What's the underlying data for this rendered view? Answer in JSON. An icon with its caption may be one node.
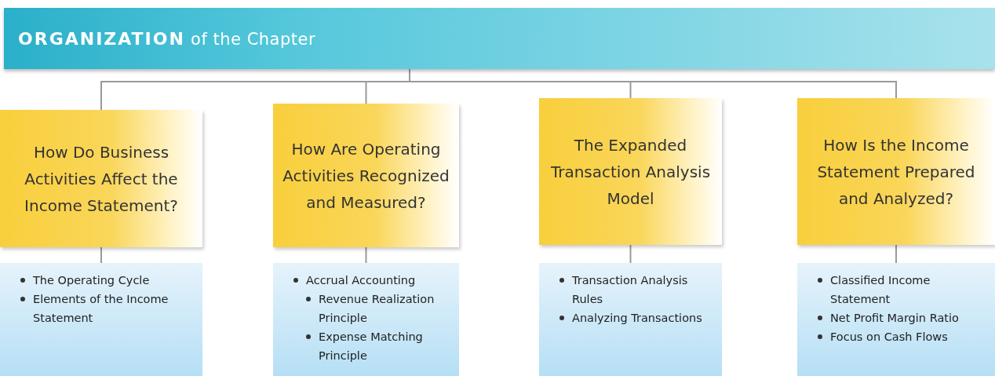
{
  "diagram": {
    "nodes": [
      {
        "text": [
          "**ORGANIZATION** of the Chapter"
        ]
      },
      {
        "text": [
          "How Do Business Activities Affect the Income Statement?"
        ]
      },
      {
        "text": [
          "How Are Operating Activities Recognized and Measured?"
        ]
      },
      {
        "text": [
          "The Expanded Transaction Analysis Model"
        ]
      },
      {
        "text": [
          "How Is the Income Statement Prepared and Analyzed?"
        ]
      },
      {
        "text": [
          "The Operating Cycle",
          "Elements of the Income Statement"
        ]
      },
      {
        "text": [
          "Accrual Accounting",
          "Revenue Realization Principle",
          "Expense Matching Principle"
        ]
      },
      {
        "text": [
          "Transaction Analysis Rules",
          "Analyzing Transactions"
        ]
      },
      {
        "text": [
          "Classified Income Statement",
          "Net Profit Margin Ratio",
          "Focus on Cash Flows"
        ]
      }
    ],
    "edges": [
      {
        "from": 0,
        "to": 1,
        "arrow": "none"
      },
      {
        "from": 0,
        "to": 2,
        "arrow": "none"
      },
      {
        "from": 0,
        "to": 3,
        "arrow": "none"
      },
      {
        "from": 0,
        "to": 4,
        "arrow": "none"
      },
      {
        "from": 1,
        "to": 5,
        "arrow": "none"
      },
      {
        "from": 2,
        "to": 6,
        "arrow": "none"
      },
      {
        "from": 3,
        "to": 7,
        "arrow": "none"
      },
      {
        "from": 4,
        "to": 8,
        "arrow": "none"
      }
    ]
  }
}
